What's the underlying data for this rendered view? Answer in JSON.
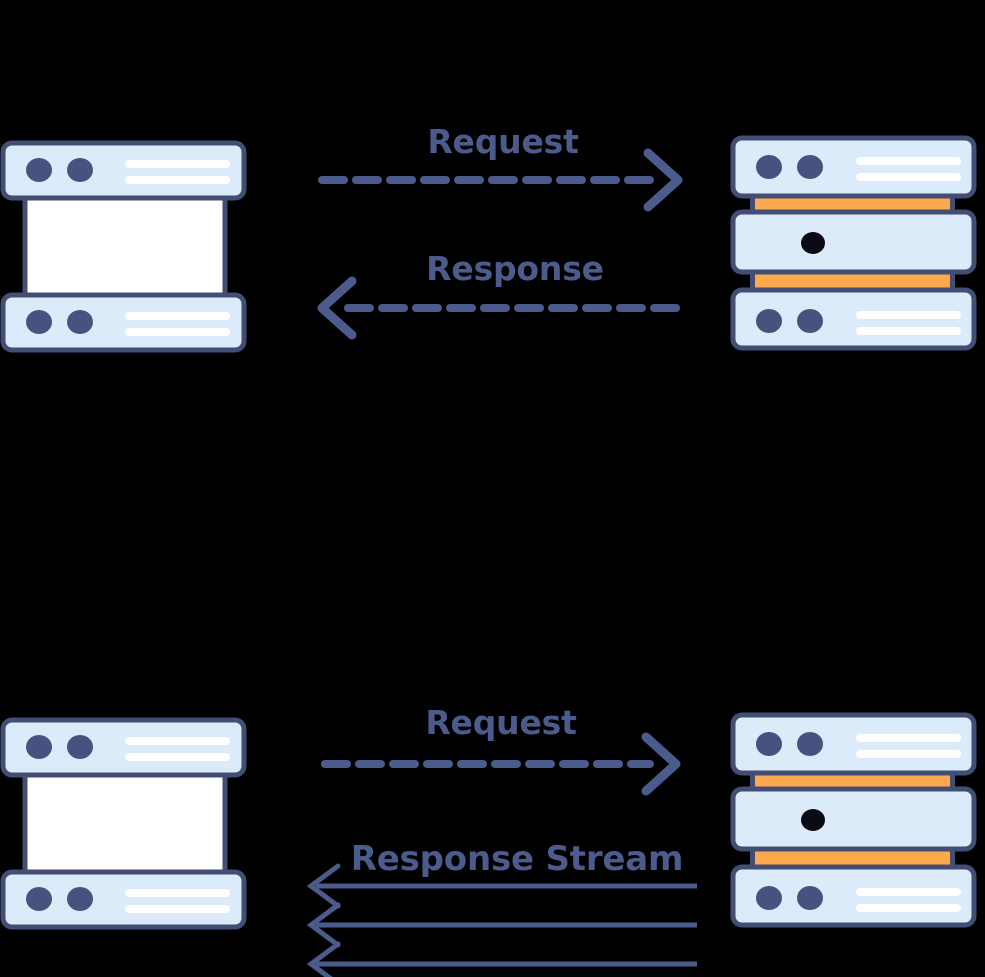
{
  "diagram": {
    "title": "Request-Response vs Response Stream",
    "colors": {
      "background": "#000000",
      "panel_fill": "#DCEBFA",
      "panel_stroke": "#434E74",
      "dot": "#47537E",
      "black_dot": "#0A0A14",
      "accent_orange": "#FBA94C",
      "white_bar": "#FFFFFF",
      "arrow": "#4B5B8C",
      "label": "#4B5B8C",
      "server_body": "#FFFFFF"
    },
    "sections": [
      {
        "id": "unary",
        "name": "request-response",
        "client": {
          "name": "client-server-unary",
          "type": "two-panel-server",
          "dots_per_panel": 2,
          "lines_per_panel": 2
        },
        "server": {
          "name": "remote-server-unary",
          "type": "three-rack-server",
          "racks": 3,
          "orange_separators": 2,
          "has_black_indicator": true
        },
        "arrows": [
          {
            "name": "request-arrow",
            "label": "Request",
            "direction": "right",
            "style": "dashed",
            "count": 1
          },
          {
            "name": "response-arrow",
            "label": "Response",
            "direction": "left",
            "style": "dashed",
            "count": 1
          }
        ]
      },
      {
        "id": "streaming",
        "name": "request-response-stream",
        "client": {
          "name": "client-server-stream",
          "type": "two-panel-server",
          "dots_per_panel": 2,
          "lines_per_panel": 2
        },
        "server": {
          "name": "remote-server-stream",
          "type": "three-rack-server",
          "racks": 3,
          "orange_separators": 2,
          "has_black_indicator": true
        },
        "arrows": [
          {
            "name": "request-arrow",
            "label": "Request",
            "direction": "right",
            "style": "dashed",
            "count": 1
          },
          {
            "name": "response-stream-arrow",
            "label": "Response Stream",
            "direction": "left",
            "style": "solid",
            "count": 3
          }
        ]
      }
    ],
    "labels": {
      "top_request": "Request",
      "top_response": "Response",
      "bottom_request": "Request",
      "bottom_response_stream": "Response Stream"
    }
  }
}
